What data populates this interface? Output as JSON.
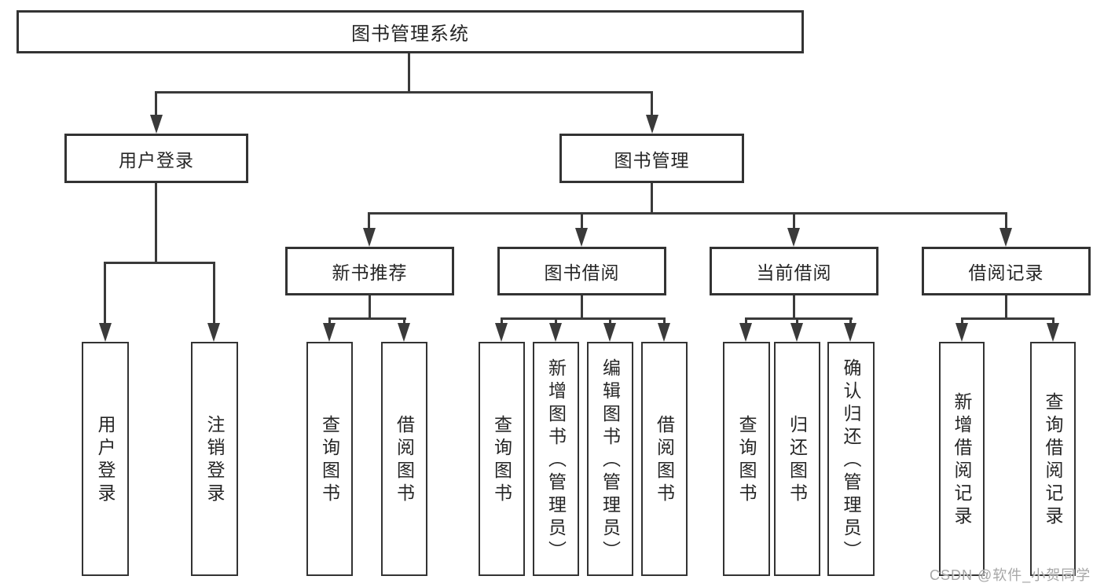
{
  "tree": {
    "label": "图书管理系统",
    "children": [
      {
        "label": "用户登录",
        "children": [
          {
            "label": "用户登录"
          },
          {
            "label": "注销登录"
          }
        ]
      },
      {
        "label": "图书管理",
        "children": [
          {
            "label": "新书推荐",
            "children": [
              {
                "label": "查询图书"
              },
              {
                "label": "借阅图书"
              }
            ]
          },
          {
            "label": "图书借阅",
            "children": [
              {
                "label": "查询图书"
              },
              {
                "label": "新增图书（管理员）"
              },
              {
                "label": "编辑图书（管理员）"
              },
              {
                "label": "借阅图书"
              }
            ]
          },
          {
            "label": "当前借阅",
            "children": [
              {
                "label": "查询图书"
              },
              {
                "label": "归还图书"
              },
              {
                "label": "确认归还（管理员）"
              }
            ]
          },
          {
            "label": "借阅记录",
            "children": [
              {
                "label": "新增借阅记录"
              },
              {
                "label": "查询借阅记录"
              }
            ]
          }
        ]
      }
    ]
  },
  "watermark": {
    "text": "CSDN @软件_小贺同学"
  },
  "colors": {
    "line": "#3a3a3a",
    "border": "#333333",
    "text": "#262626",
    "watermark": "#a6a6a6",
    "bg": "#ffffff"
  }
}
